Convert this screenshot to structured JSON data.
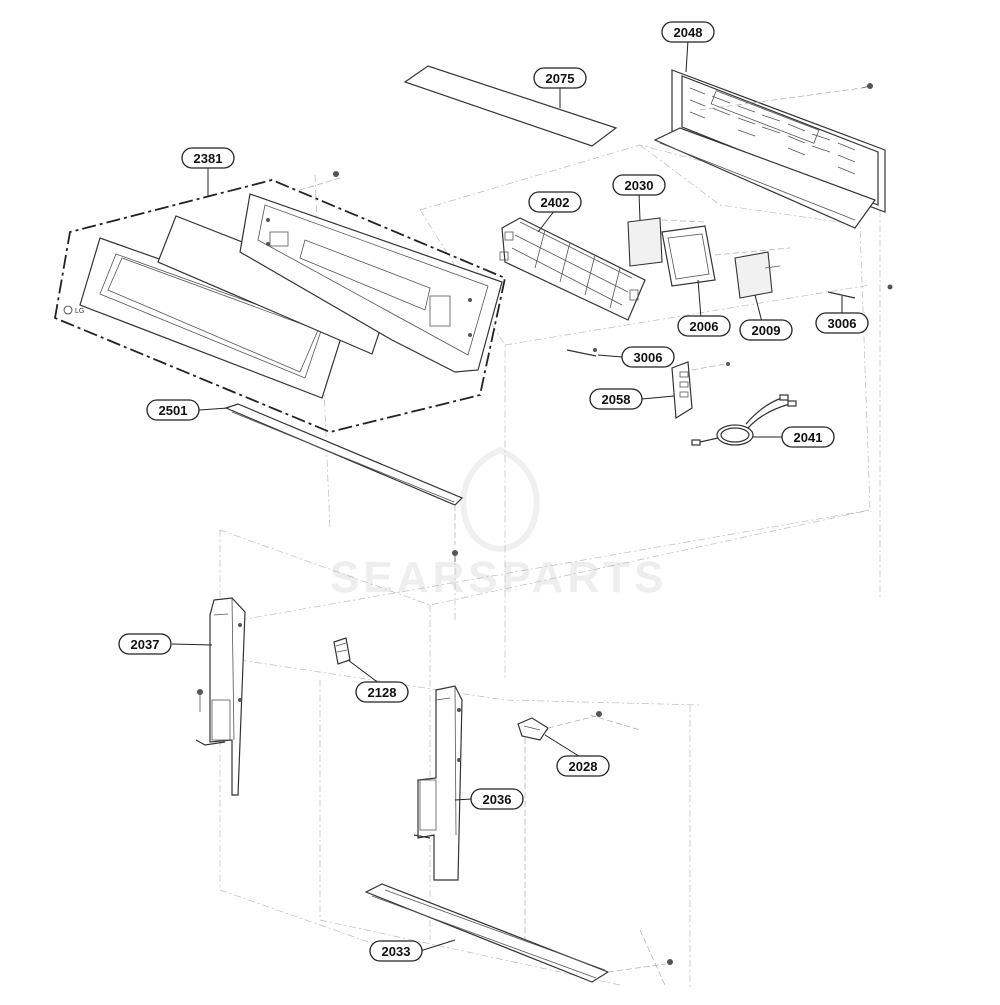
{
  "diagram": {
    "watermark": "SEARSPARTS",
    "logo_text": "LG",
    "part_labels": [
      {
        "id": "2048"
      },
      {
        "id": "2075"
      },
      {
        "id": "2381"
      },
      {
        "id": "2030"
      },
      {
        "id": "2402"
      },
      {
        "id": "2006"
      },
      {
        "id": "2009"
      },
      {
        "id": "3006"
      },
      {
        "id": "3006"
      },
      {
        "id": "2058"
      },
      {
        "id": "2041"
      },
      {
        "id": "2501"
      },
      {
        "id": "2037"
      },
      {
        "id": "2128"
      },
      {
        "id": "2028"
      },
      {
        "id": "2036"
      },
      {
        "id": "2033"
      }
    ]
  }
}
